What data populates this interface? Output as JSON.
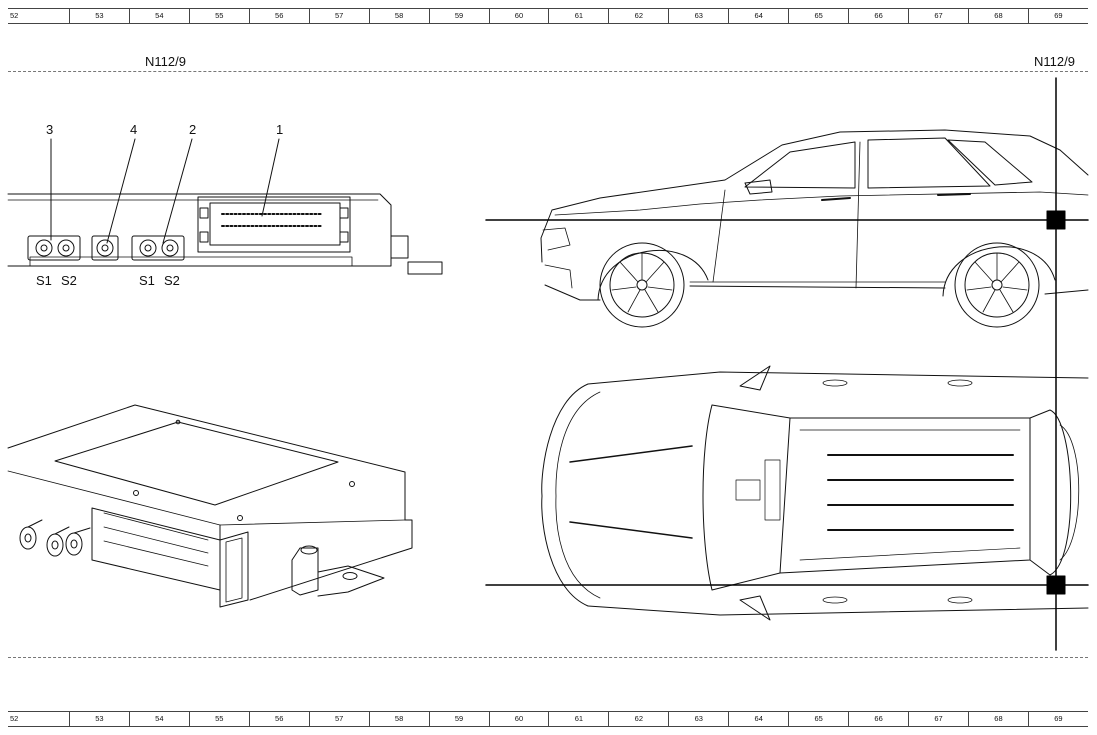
{
  "grid_columns": [
    "52",
    "53",
    "54",
    "55",
    "56",
    "57",
    "58",
    "59",
    "60",
    "61",
    "62",
    "63",
    "64",
    "65",
    "66",
    "67",
    "68",
    "69"
  ],
  "component_label_left": "N112/9",
  "component_label_right": "N112/9",
  "callouts": [
    "3",
    "4",
    "2",
    "1"
  ],
  "socket_labels": [
    "S1",
    "S2",
    "S1",
    "S2"
  ],
  "colors": {
    "line": "#111111",
    "dash": "#777777",
    "marker": "#000000"
  }
}
